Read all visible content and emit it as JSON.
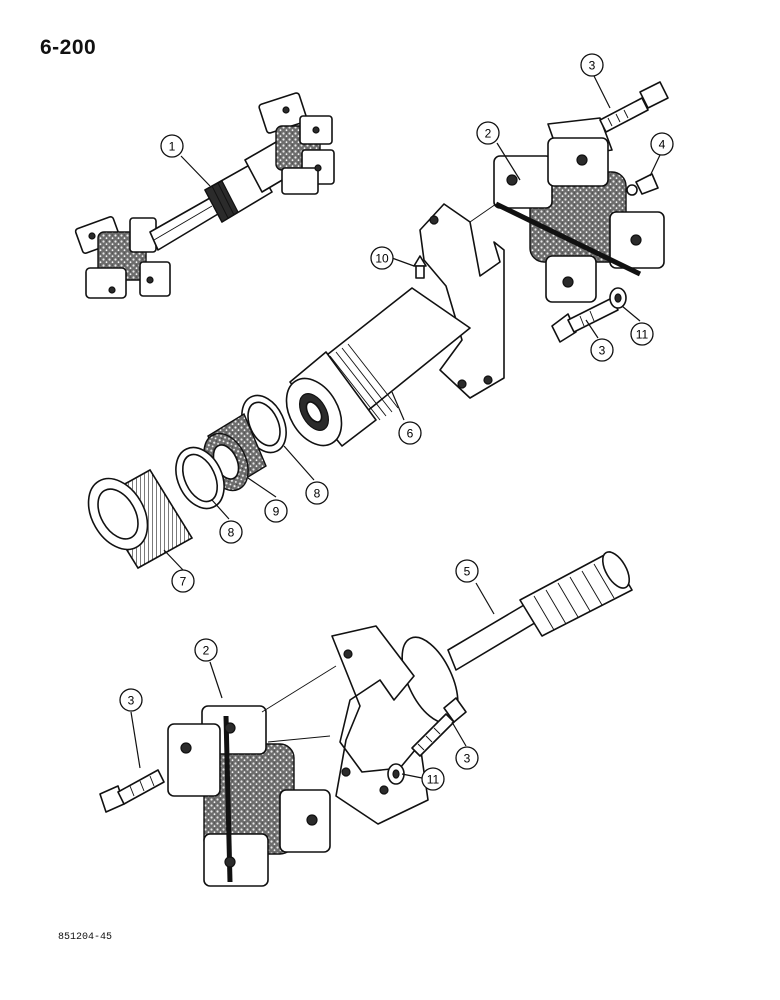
{
  "page": {
    "title": "6-200",
    "footer_code": "851204-45"
  },
  "callouts": [
    {
      "label": "1"
    },
    {
      "label": "2"
    },
    {
      "label": "3"
    },
    {
      "label": "4"
    },
    {
      "label": "10"
    },
    {
      "label": "3"
    },
    {
      "label": "11"
    },
    {
      "label": "6"
    },
    {
      "label": "8"
    },
    {
      "label": "9"
    },
    {
      "label": "8"
    },
    {
      "label": "7"
    },
    {
      "label": "5"
    },
    {
      "label": "2"
    },
    {
      "label": "3"
    },
    {
      "label": "3"
    },
    {
      "label": "11"
    }
  ]
}
